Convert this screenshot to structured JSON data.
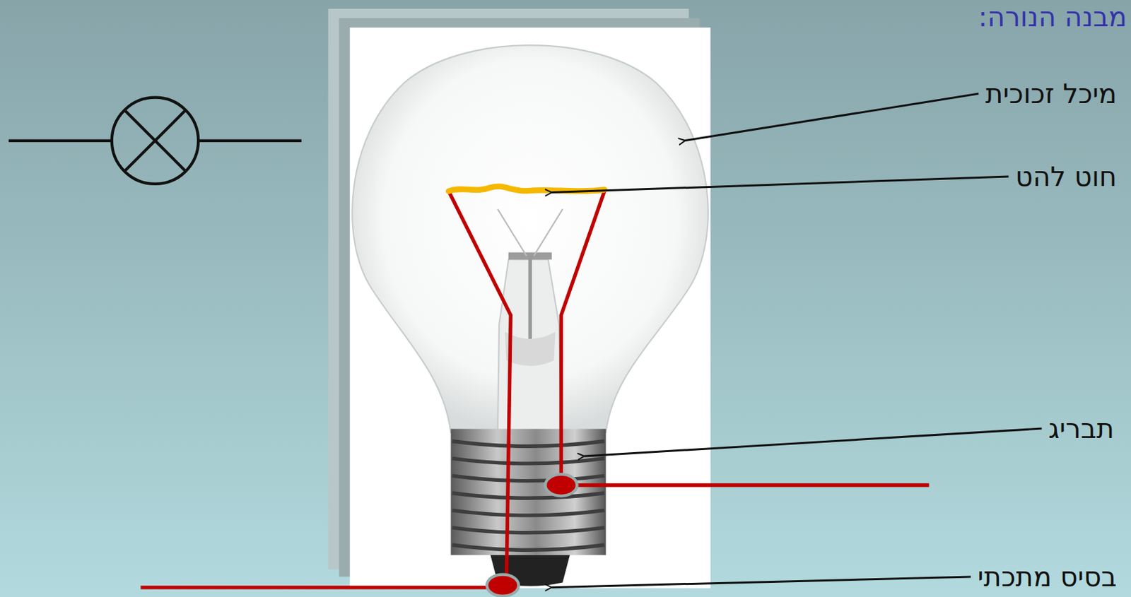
{
  "diagram": {
    "title": "מבנה הנורה:",
    "labels": [
      "מיכל זכוכית",
      "חוט להט",
      "תבריג",
      "בסיס מתכתי"
    ]
  }
}
